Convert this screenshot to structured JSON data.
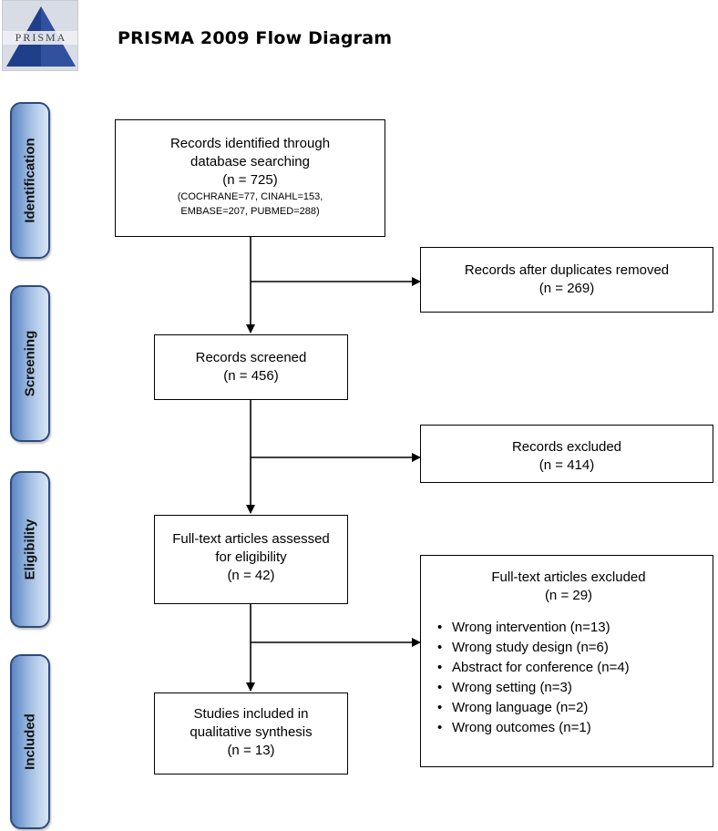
{
  "header": {
    "logo_text": "PRISMA",
    "title": "PRISMA 2009 Flow Diagram"
  },
  "stages": {
    "identification": "Identification",
    "screening": "Screening",
    "eligibility": "Eligibility",
    "included": "Included"
  },
  "identified": {
    "line1": "Records identified through",
    "line2": "database searching",
    "count": "(n = 725)",
    "detail1": "(COCHRANE=77, CINAHL=153,",
    "detail2": "EMBASE=207, PUBMED=288)"
  },
  "duplicates": {
    "label": "Records after duplicates removed",
    "count": "(n = 269)"
  },
  "screened": {
    "label": "Records screened",
    "count": "(n = 456)"
  },
  "excluded": {
    "label": "Records excluded",
    "count": "(n = 414)"
  },
  "fulltext": {
    "line1": "Full-text articles assessed",
    "line2": "for eligibility",
    "count": "(n = 42)"
  },
  "fulltext_excluded": {
    "label": "Full-text articles excluded",
    "count": "(n =   29)",
    "reasons": [
      "Wrong intervention (n=13)",
      "Wrong study design (n=6)",
      "Abstract for conference (n=4)",
      "Wrong setting (n=3)",
      "Wrong language (n=2)",
      "Wrong outcomes (n=1)"
    ]
  },
  "included": {
    "line1": "Studies included in",
    "line2": "qualitative synthesis",
    "count": "(n =   13)"
  }
}
